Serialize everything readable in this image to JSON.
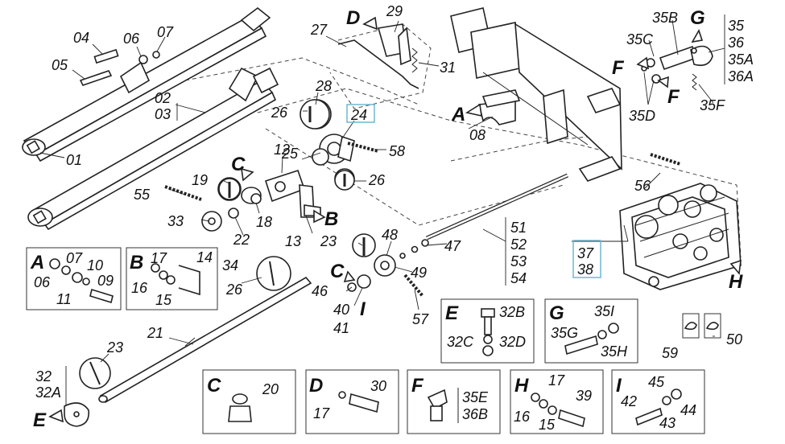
{
  "labels": {
    "l01": "01",
    "l02": "02",
    "l03": "03",
    "l04": "04",
    "l05": "05",
    "l06": "06",
    "l07": "07",
    "l08": "08",
    "l12": "12",
    "l13": "13",
    "l18": "18",
    "l19": "19",
    "l21": "21",
    "l22": "22",
    "l23a": "23",
    "l23b": "23",
    "l24": "24",
    "l25": "25",
    "l26a": "26",
    "l26b": "26",
    "l26c": "26",
    "l27": "27",
    "l28": "28",
    "l29": "29",
    "l31": "31",
    "l32": "32",
    "l32A": "32A",
    "l33": "33",
    "l34": "34",
    "l35": "35",
    "l35A": "35A",
    "l35B": "35B",
    "l35C": "35C",
    "l35D": "35D",
    "l35F": "35F",
    "l36": "36",
    "l36A": "36A",
    "l37": "37",
    "l38": "38",
    "l40": "40",
    "l41": "41",
    "l46": "46",
    "l47": "47",
    "l48": "48",
    "l49": "49",
    "l51": "51",
    "l52": "52",
    "l53": "53",
    "l54": "54",
    "l55": "55",
    "l56": "56",
    "l57": "57",
    "l58": "58",
    "l59": "59",
    "l50": "50"
  },
  "letters": {
    "A": "A",
    "B": "B",
    "C1": "C",
    "C2": "C",
    "D": "D",
    "E": "E",
    "F1": "F",
    "F2": "F",
    "G": "G",
    "H": "H",
    "I": "I"
  },
  "detail_boxes": {
    "A": {
      "letter": "A",
      "parts": [
        "07",
        "10",
        "06",
        "11",
        "09"
      ]
    },
    "B": {
      "letter": "B",
      "parts": [
        "17",
        "14",
        "16",
        "15"
      ]
    },
    "C": {
      "letter": "C",
      "parts": [
        "20"
      ]
    },
    "D": {
      "letter": "D",
      "parts": [
        "30",
        "17"
      ]
    },
    "E": {
      "letter": "E",
      "parts": [
        "32B",
        "32C",
        "32D"
      ]
    },
    "F": {
      "letter": "F",
      "parts": [
        "35E",
        "36B"
      ]
    },
    "G": {
      "letter": "G",
      "parts": [
        "35I",
        "35G",
        "35H"
      ]
    },
    "H": {
      "letter": "H",
      "parts": [
        "17",
        "39",
        "16",
        "15"
      ]
    },
    "I": {
      "letter": "I",
      "parts": [
        "45",
        "42",
        "44",
        "43"
      ]
    }
  }
}
